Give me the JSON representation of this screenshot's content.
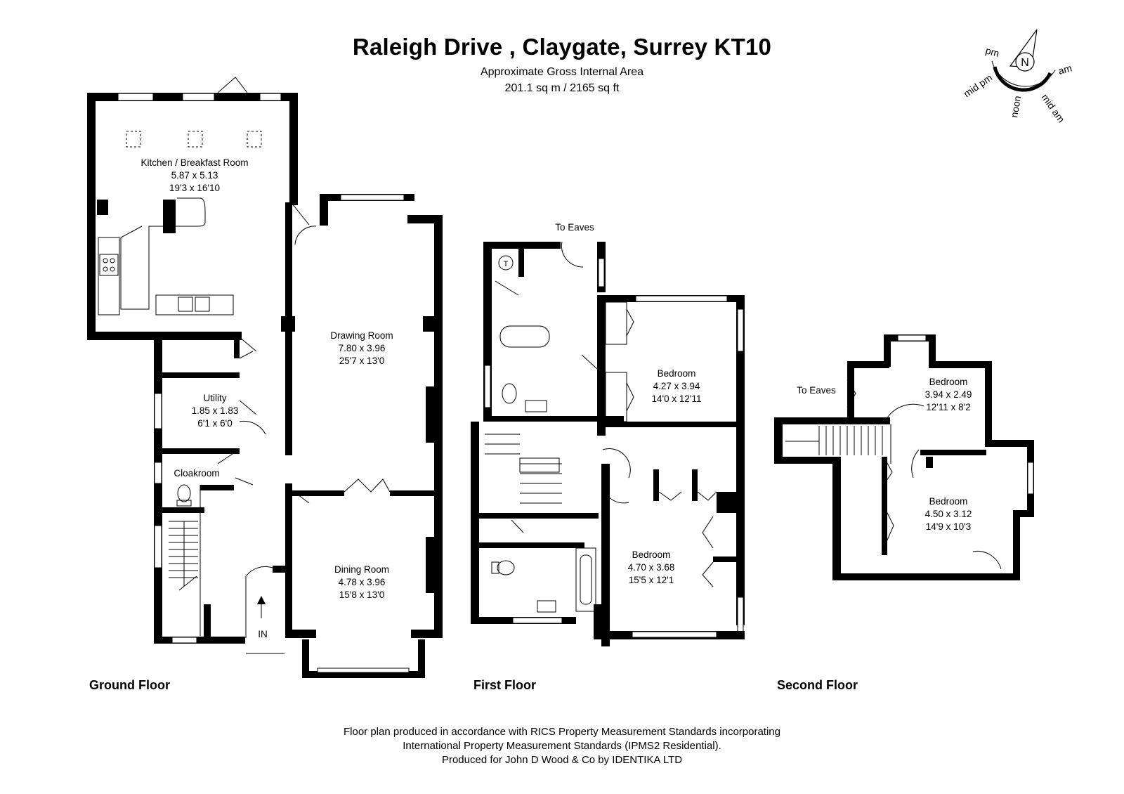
{
  "header": {
    "title": "Raleigh Drive , Claygate, Surrey KT10",
    "area_label": "Approximate Gross Internal Area",
    "area_value": "201.1 sq m / 2165 sq ft"
  },
  "compass": {
    "north": "N",
    "labels": [
      "pm",
      "am",
      "mid pm",
      "noon",
      "mid am"
    ]
  },
  "floors": {
    "ground": "Ground Floor",
    "first": "First Floor",
    "second": "Second Floor"
  },
  "rooms": {
    "kitchen": {
      "name": "Kitchen / Breakfast Room",
      "metric": "5.87 x 5.13",
      "imperial": "19'3 x 16'10"
    },
    "drawing": {
      "name": "Drawing Room",
      "metric": "7.80 x 3.96",
      "imperial": "25'7 x 13'0"
    },
    "utility": {
      "name": "Utility",
      "metric": "1.85 x 1.83",
      "imperial": "6'1 x 6'0"
    },
    "cloakroom": {
      "name": "Cloakroom"
    },
    "dining": {
      "name": "Dining Room",
      "metric": "4.78 x 3.96",
      "imperial": "15'8 x 13'0"
    },
    "bed1": {
      "name": "Bedroom",
      "metric": "4.27 x 3.94",
      "imperial": "14'0 x 12'11"
    },
    "bed2": {
      "name": "Bedroom",
      "metric": "4.70 x 3.68",
      "imperial": "15'5 x 12'1"
    },
    "bed3": {
      "name": "Bedroom",
      "metric": "3.94 x 2.49",
      "imperial": "12'11 x 8'2"
    },
    "bed4": {
      "name": "Bedroom",
      "metric": "4.50 x 3.12",
      "imperial": "14'9 x 10'3"
    }
  },
  "annotations": {
    "eaves_first": "To Eaves",
    "eaves_second": "To Eaves",
    "entrance": "IN",
    "tank": "T"
  },
  "footer": {
    "line1": "Floor plan produced in accordance with RICS Property Measurement Standards incorporating",
    "line2": "International Property Measurement Standards (IPMS2 Residential).",
    "line3": "Produced for John D Wood & Co by IDENTIKA LTD"
  }
}
